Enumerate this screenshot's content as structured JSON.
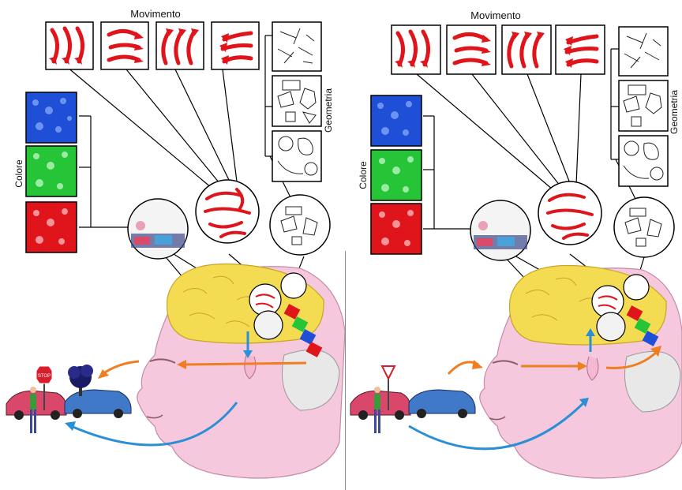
{
  "labels": {
    "movement": "Movimento",
    "geometry": "Geometria",
    "color": "Colore"
  },
  "signs": {
    "stop": "STOP"
  },
  "colors": {
    "motion_red": "#e0141b",
    "color_blue": "#1f4fd6",
    "color_green": "#26c437",
    "color_red": "#e0141b",
    "arrow_orange": "#ef7d22",
    "arrow_blue": "#2b8fd6",
    "skin": "#f6c8dd",
    "brain": "#f3dc52"
  }
}
